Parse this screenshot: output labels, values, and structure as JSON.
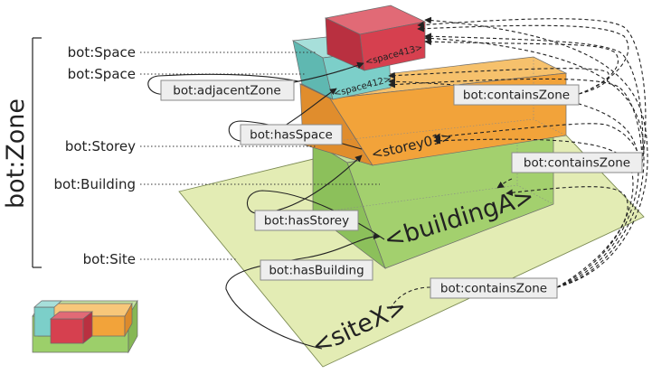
{
  "classes": {
    "space_1": "bot:Space",
    "space_2": "bot:Space",
    "storey": "bot:Storey",
    "building": "bot:Building",
    "site": "bot:Site",
    "zone": "bot:Zone"
  },
  "relations": {
    "adjacent_zone": "bot:adjacentZone",
    "has_space": "bot:hasSpace",
    "has_storey": "bot:hasStorey",
    "has_building": "bot:hasBuilding",
    "contains_zone_1": "bot:containsZone",
    "contains_zone_2": "bot:containsZone",
    "contains_zone_3": "bot:containsZone"
  },
  "instances": {
    "space_413": "<space413>",
    "space_412": "<space412>",
    "storey_01": "<storey01>",
    "building_a": "<buildingA>",
    "site_x": "<siteX>"
  },
  "colors": {
    "site": "#e3ecb4",
    "building": "#9ccf6a",
    "storey": "#f2a33a",
    "space_teal": "#7ccfc9",
    "space_red": "#d6404f"
  }
}
